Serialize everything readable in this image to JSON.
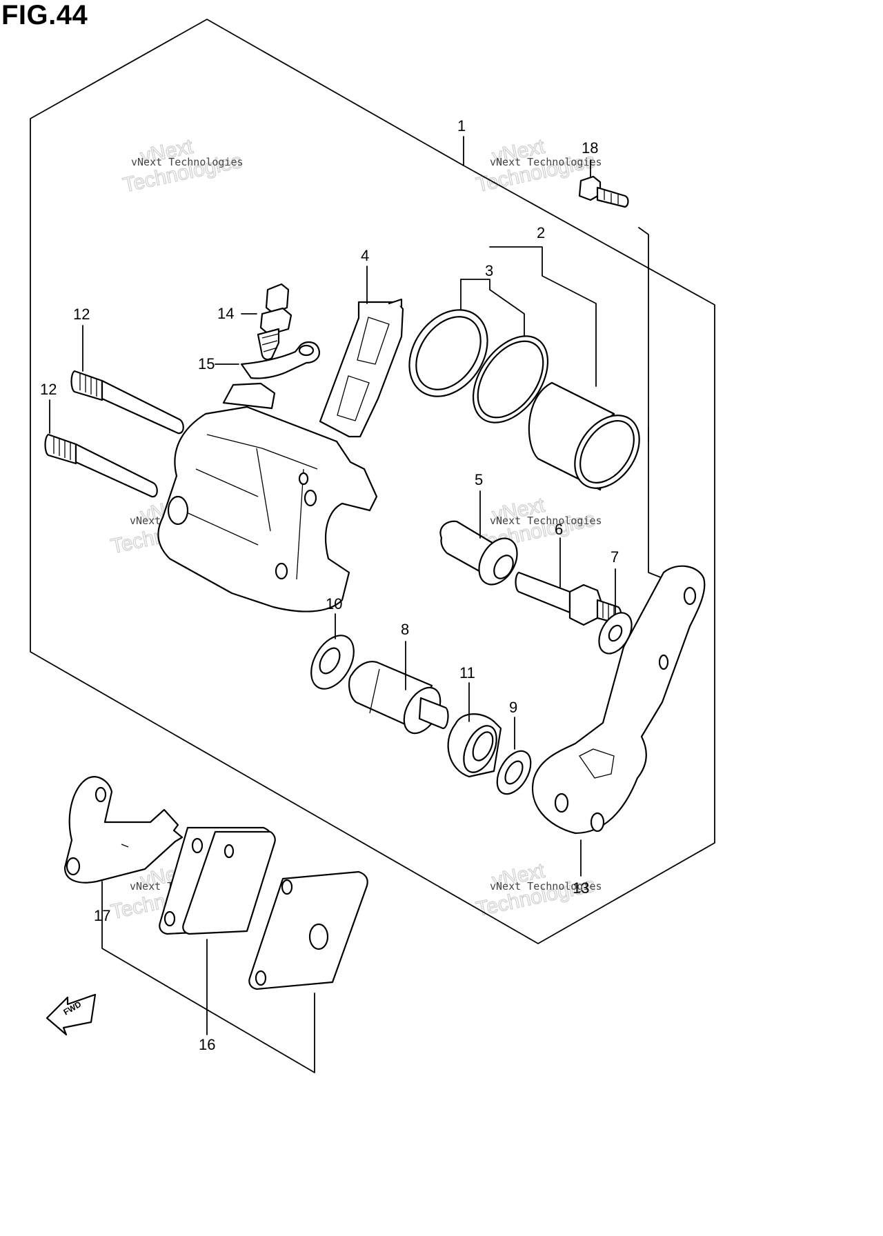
{
  "figure": {
    "title": "FIG.44"
  },
  "callouts": {
    "p1": "1",
    "p2": "2",
    "p3": "3",
    "p4": "4",
    "p5": "5",
    "p6": "6",
    "p7": "7",
    "p8": "8",
    "p9": "9",
    "p10": "10",
    "p11": "11",
    "p12a": "12",
    "p12b": "12",
    "p13": "13",
    "p14": "14",
    "p15": "15",
    "p16": "16",
    "p17": "17",
    "p18": "18"
  },
  "direction_marker": {
    "label": "FWD",
    "icon": "fwd-arrow-icon"
  },
  "watermark": {
    "line1": "vNext Technologies",
    "line2": "vNext",
    "line3": "Technologies"
  }
}
